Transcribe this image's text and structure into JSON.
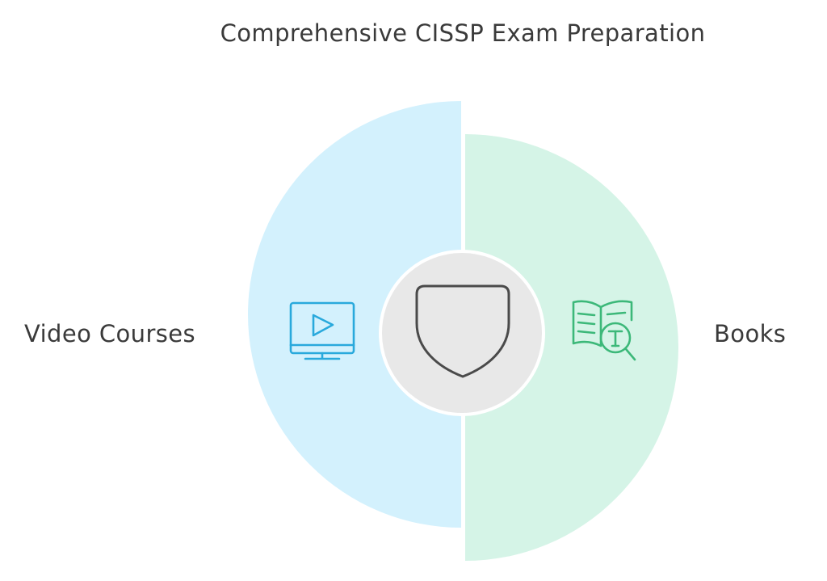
{
  "title": "Comprehensive CISSP Exam Preparation",
  "segments": [
    {
      "label": "Video Courses",
      "icon": "video-monitor-icon",
      "fill": "#d3f1fd",
      "icon_color": "#29a9dc"
    },
    {
      "label": "Books",
      "icon": "book-search-icon",
      "fill": "#d5f4e7",
      "icon_color": "#3cb879"
    }
  ],
  "center": {
    "icon": "shield-icon",
    "fill": "#e8e8e8",
    "icon_color": "#4a4a4a"
  }
}
